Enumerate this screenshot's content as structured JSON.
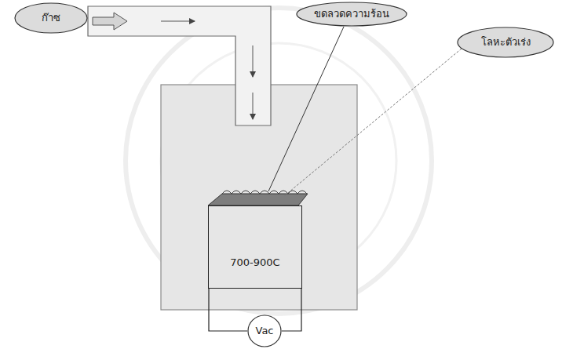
{
  "diagram": {
    "nodes": [
      {
        "text": [
          "ก๊าซ"
        ]
      },
      {
        "text": [
          "ขดลวดความร้อน"
        ]
      },
      {
        "text": [
          "โลหะตัวเร่ง"
        ]
      },
      {
        "text": [
          "700-900C"
        ]
      },
      {
        "text": [
          "Vac"
        ]
      }
    ],
    "edges": [
      {
        "from": 3,
        "to": 4,
        "arrow": "none"
      },
      {
        "from": 3,
        "to": 4,
        "arrow": "none"
      }
    ]
  }
}
